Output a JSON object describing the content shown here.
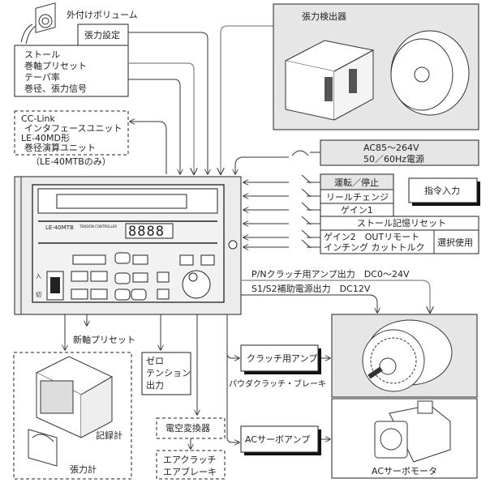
{
  "external_volume": {
    "label": "外付けボリューム",
    "tension_setting": "張力設定"
  },
  "settings_box": {
    "lines": [
      "ストール",
      "巻軸プリセット",
      "テーパ率",
      "巻径、張力信号"
    ]
  },
  "options_box": {
    "lines": [
      "CC-Link",
      "インタフェースユニット",
      "LE-40MD形",
      "巻径演算ユニット"
    ],
    "note": "（LE-40MTBのみ）"
  },
  "tension_detector": {
    "label": "張力検出器"
  },
  "power": {
    "lines": [
      "AC85～264V",
      "50／60Hz電源"
    ]
  },
  "commands": {
    "items": [
      "運転／停止",
      "リールチェンジ",
      "ゲイン1",
      "ストール記憶リセット"
    ],
    "selectable": [
      "ゲイン2　OUTリモート",
      "インチング カットトルク"
    ],
    "select_label": "選択使用",
    "group_label": "指令入力"
  },
  "outputs": {
    "pn_clutch": "P/Nクラッチ用アンプ出力　DC0～24V",
    "aux_power": "S1/S2補助電源出力　DC12V"
  },
  "controller": {
    "model": "LE-40MTB",
    "subtitle": "TENSION CONTROLLER",
    "display": "8888",
    "power_on": "入",
    "power_off": "切"
  },
  "bottom": {
    "new_shaft_preset": "新軸プリセット",
    "recorder": "記録計",
    "tension_meter": "張力計",
    "zero_tension": [
      "ゼロ",
      "テンション",
      "出力"
    ],
    "ep_converter": "電空変換器",
    "air_clutch": [
      "エアクラッチ",
      "エアブレーキ"
    ]
  },
  "actuators": {
    "clutch_amp": "クラッチ用アンプ",
    "powder_clutch": "パウダクラッチ・ブレーキ",
    "servo_amp": "ACサーボアンプ",
    "servo_motor": "ACサーボモータ"
  }
}
